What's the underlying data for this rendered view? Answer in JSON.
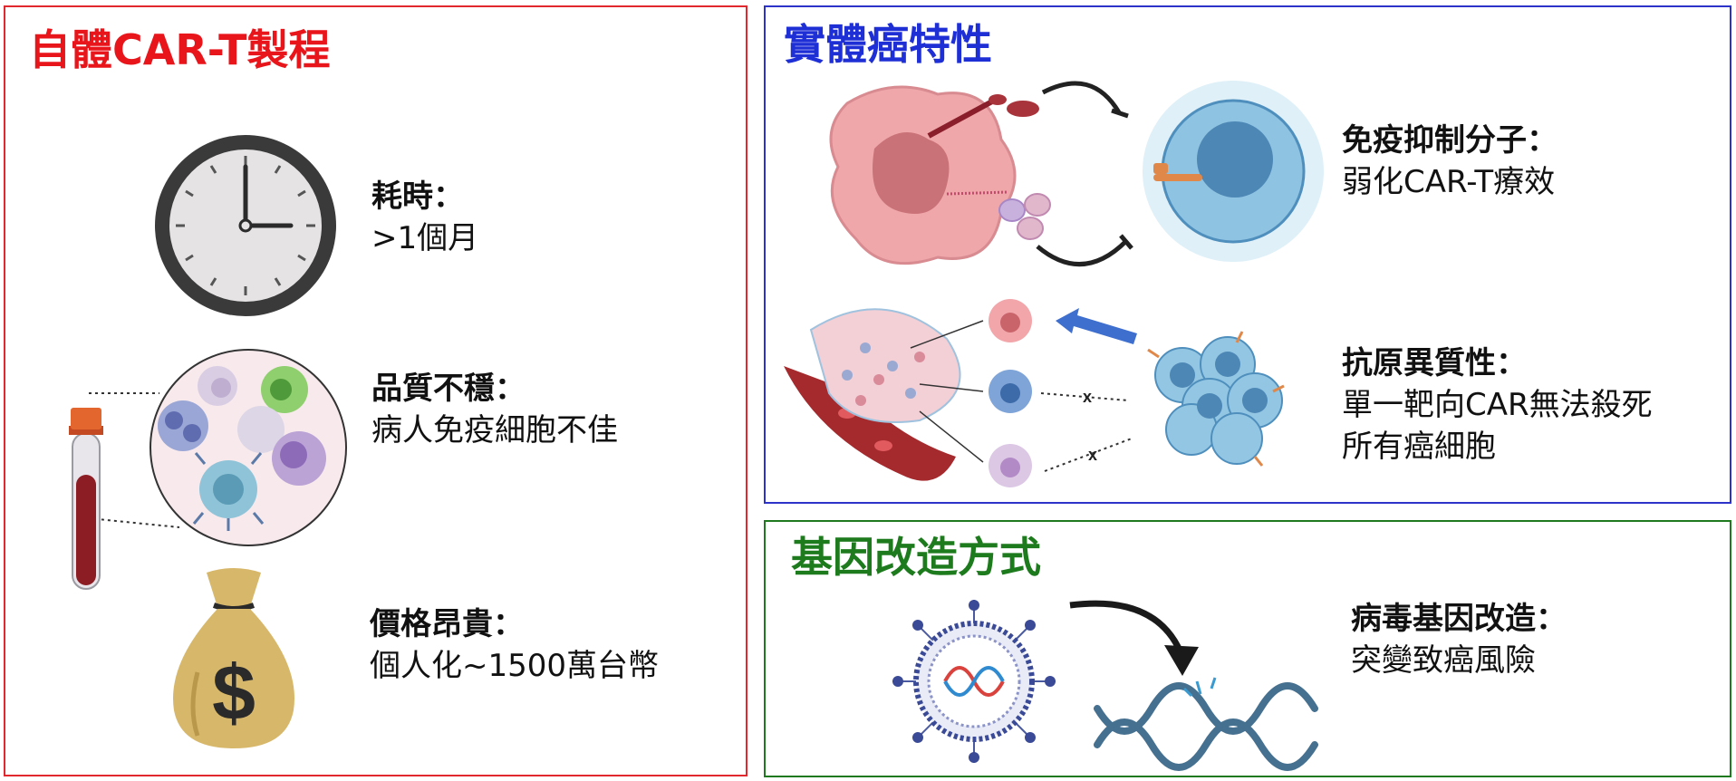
{
  "colors": {
    "left_border": "#e0282e",
    "left_title": "#e8151b",
    "tumor_border": "#2d33c9",
    "tumor_title": "#1f2fd6",
    "gene_border": "#1f7a1f",
    "gene_title": "#1d7a1d"
  },
  "left_panel": {
    "title": "自體CAR-T製程",
    "items": [
      {
        "icon": "clock-icon",
        "label": "耗時：",
        "desc": ">1個月"
      },
      {
        "icon": "immune-cells-icon",
        "label": "品質不穩：",
        "desc": "病人免疫細胞不佳"
      },
      {
        "icon": "money-bag-icon",
        "label": "價格昂貴：",
        "desc": "個人化~1500萬台幣"
      }
    ]
  },
  "tumor_panel": {
    "title": "實體癌特性",
    "items": [
      {
        "icon": "immune-suppression-icon",
        "label": "免疫抑制分子：",
        "desc": "弱化CAR-T療效"
      },
      {
        "icon": "antigen-heterogeneity-icon",
        "label": "抗原異質性：",
        "desc": "單一靶向CAR無法殺死",
        "desc2": "所有癌細胞"
      }
    ]
  },
  "gene_panel": {
    "title": "基因改造方式",
    "items": [
      {
        "icon": "virus-dna-icon",
        "label": "病毒基因改造：",
        "desc": "突變致癌風險"
      }
    ]
  }
}
